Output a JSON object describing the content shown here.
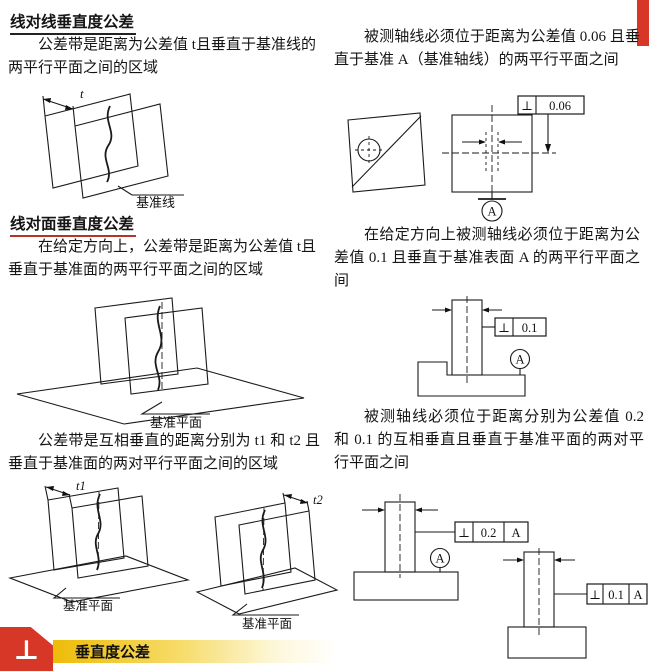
{
  "meta": {
    "colors": {
      "red": "#d63726",
      "yellow": "#eebc08",
      "ink": "#1a1a1a"
    }
  },
  "footer": {
    "symbol": "⊥",
    "label": "垂直度公差"
  },
  "left": {
    "sec1_title": "线对线垂直度公差",
    "sec1_body": "公差带是距离为公差值 t且垂直于基准线的两平行平面之间的区域",
    "d1_t": "t",
    "d1_datum": "基准线",
    "sec2_title": "线对面垂直度公差",
    "sec2_body": "在给定方向上，公差带是距离为公差值 t且垂直于基准面的两平行平面之间的区域",
    "d2_datum": "基准平面",
    "sec3_body": "公差带是互相垂直的距离分别为 t1 和 t2 且垂直于基准面的两对平行平面之间的区域",
    "d3a_t": "t1",
    "d3a_datum": "基准平面",
    "d3b_t": "t2",
    "d3b_datum": "基准平面"
  },
  "right": {
    "p1": "被测轴线必须位于距离为公差值 0.06 且垂直于基准 A（基准轴线）的两平行平面之间",
    "fcf1": {
      "sym": "⊥",
      "tol": "0.06"
    },
    "datum1": "A",
    "p2": "在给定方向上被测轴线必须位于距离为公差值 0.1 且垂直于基准表面 A 的两平行平面之间",
    "fcf2": {
      "sym": "⊥",
      "tol": "0.1"
    },
    "datum2": "A",
    "p3": "被测轴线必须位于距离分别为公差值 0.2 和 0.1 的互相垂直且垂直于基准平面的两对平行平面之间",
    "fcf3": {
      "sym": "⊥",
      "tol": "0.2",
      "datum": "A"
    },
    "datum3": "A",
    "fcf4": {
      "sym": "⊥",
      "tol": "0.1",
      "datum": "A"
    }
  }
}
